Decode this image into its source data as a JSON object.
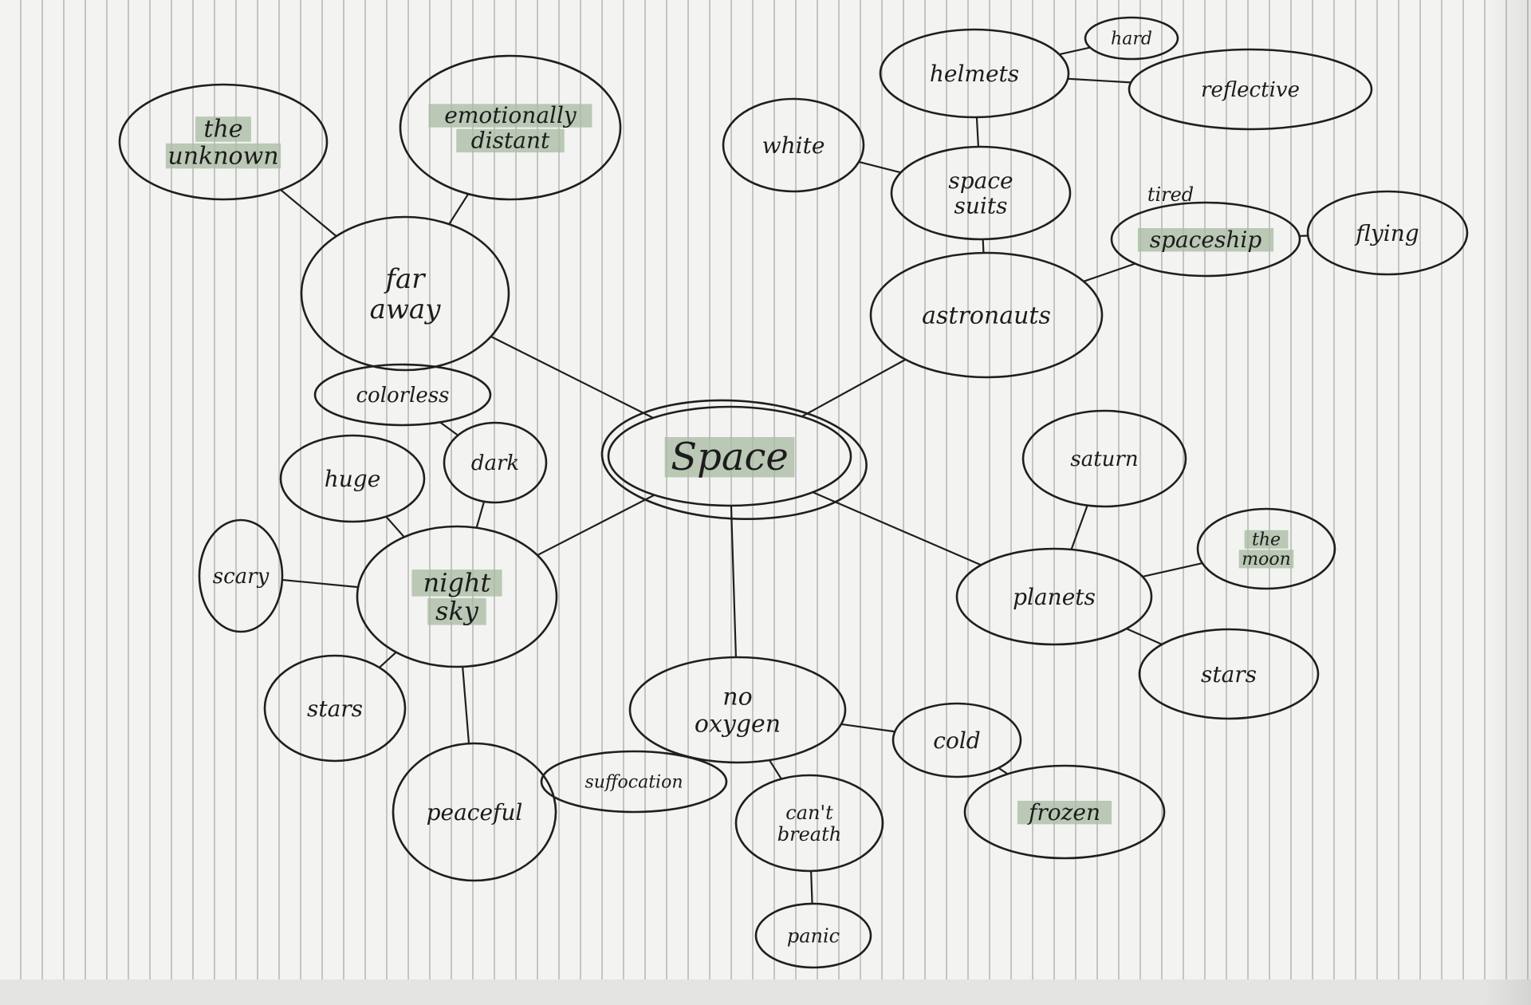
{
  "colors": {
    "ink": "#1f1f1f",
    "highlight": "#a9bba4",
    "paper": "#f3f3f1",
    "rule": "#8a8a8a"
  },
  "nodes": {
    "space": {
      "lines": [
        "Space"
      ]
    },
    "far_away": {
      "lines": [
        "far",
        "away"
      ]
    },
    "the_unknown": {
      "lines": [
        "the",
        "unknown"
      ]
    },
    "emot_distant": {
      "lines": [
        "emotionally",
        "distant"
      ]
    },
    "colorless": {
      "lines": [
        "colorless"
      ]
    },
    "dark": {
      "lines": [
        "dark"
      ]
    },
    "huge": {
      "lines": [
        "huge"
      ]
    },
    "night_sky": {
      "lines": [
        "night",
        "sky"
      ]
    },
    "scary": {
      "lines": [
        "scary"
      ]
    },
    "stars_left": {
      "lines": [
        "stars"
      ]
    },
    "peaceful": {
      "lines": [
        "peaceful"
      ]
    },
    "astronauts": {
      "lines": [
        "astronauts"
      ]
    },
    "space_suits": {
      "lines": [
        "space",
        "suits"
      ]
    },
    "white": {
      "lines": [
        "white"
      ]
    },
    "helmets": {
      "lines": [
        "helmets"
      ]
    },
    "hard": {
      "lines": [
        "hard"
      ]
    },
    "reflective": {
      "lines": [
        "reflective"
      ]
    },
    "spaceship": {
      "lines": [
        "spaceship"
      ]
    },
    "flying": {
      "lines": [
        "flying"
      ]
    },
    "planets": {
      "lines": [
        "planets"
      ]
    },
    "saturn": {
      "lines": [
        "saturn"
      ]
    },
    "the_moon": {
      "lines": [
        "the",
        "moon"
      ]
    },
    "stars_right": {
      "lines": [
        "stars"
      ]
    },
    "no_oxygen": {
      "lines": [
        "no",
        "oxygen"
      ]
    },
    "suffocation": {
      "lines": [
        "suffocation"
      ]
    },
    "cant_breath": {
      "lines": [
        "can't",
        "breath"
      ]
    },
    "panic": {
      "lines": [
        "panic"
      ]
    },
    "cold": {
      "lines": [
        "cold"
      ]
    },
    "frozen": {
      "lines": [
        "frozen"
      ]
    }
  },
  "annotations": {
    "tired": "tired"
  }
}
